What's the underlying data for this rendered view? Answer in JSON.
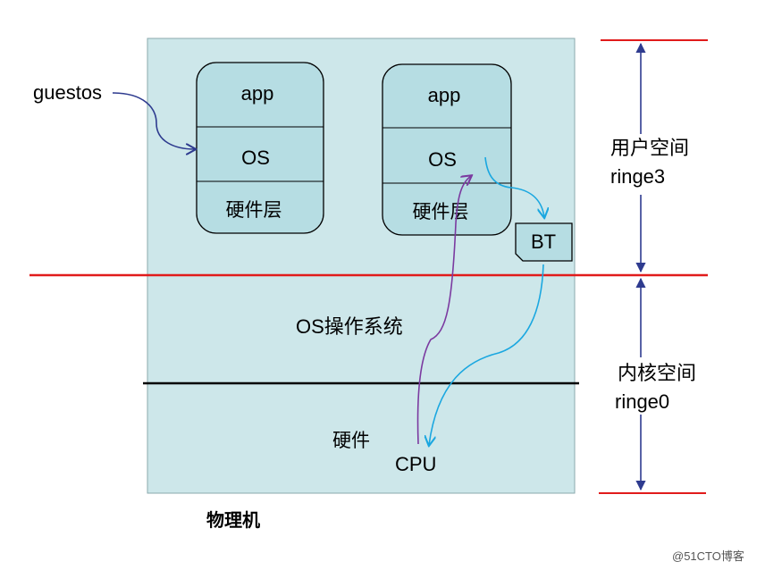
{
  "vm_left": {
    "app": "app",
    "os": "OS",
    "hw": "硬件层"
  },
  "vm_right": {
    "app": "app",
    "os": "OS",
    "hw": "硬件层"
  },
  "guest_label": "guestos",
  "bt_label": "BT",
  "host_os_label": "OS操作系统",
  "hardware_label": "硬件",
  "cpu_label": "CPU",
  "machine_label": "物理机",
  "user_space": {
    "title": "用户空间",
    "ring": "ringe3"
  },
  "kernel_space": {
    "title": "内核空间",
    "ring": "ringe0"
  },
  "watermark": "@51CTO博客",
  "colors": {
    "machine_fill": "#cde7ea",
    "vm_fill": "#b6dde3",
    "red_line": "#e11b1b",
    "navy_arrow": "#2e3b8f",
    "purple_arrow": "#7b3aa0",
    "cyan_arrow": "#1aa7e0"
  }
}
